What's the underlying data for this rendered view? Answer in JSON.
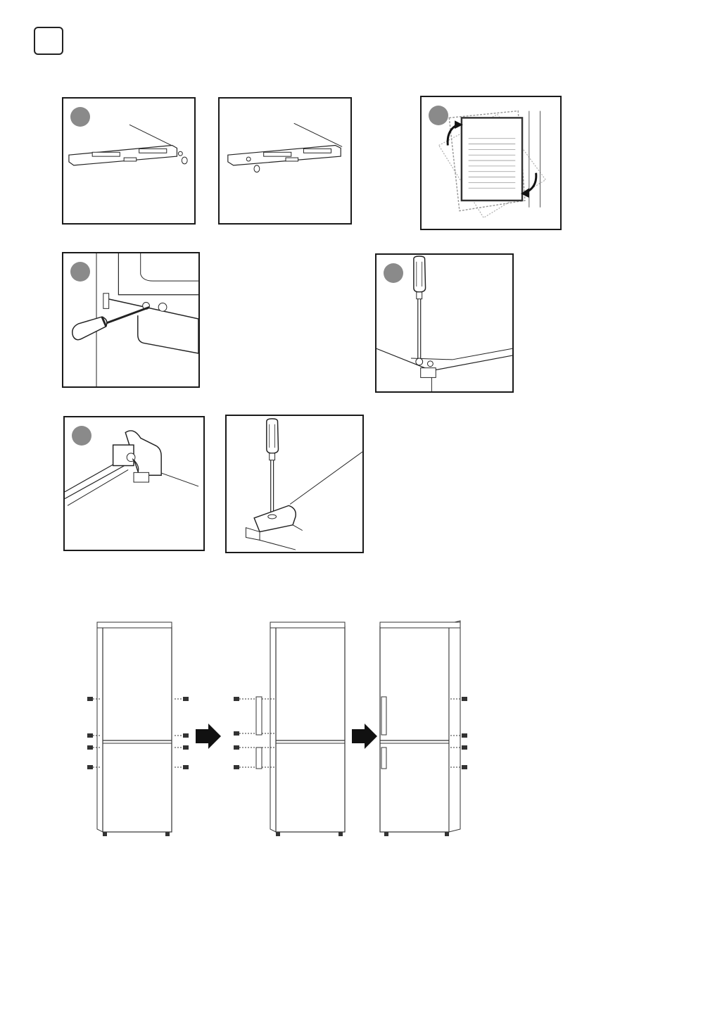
{
  "page": {
    "section_box": ""
  },
  "colors": {
    "line": "#1a1a1a",
    "badge": "#8a8a8a",
    "arrow": "#111111",
    "door_outline": "#555555"
  },
  "panels": [
    {
      "id": "panel-1a",
      "has_badge": true,
      "illustration": "top-cover-screw-removal-right"
    },
    {
      "id": "panel-1b",
      "has_badge": false,
      "illustration": "top-cover-screw-removal-left"
    },
    {
      "id": "panel-2",
      "has_badge": true,
      "illustration": "door-rotate-arrows"
    },
    {
      "id": "panel-3",
      "has_badge": true,
      "illustration": "hinge-screwdriver-side"
    },
    {
      "id": "panel-4",
      "has_badge": true,
      "illustration": "screwdriver-vertical-hinge"
    },
    {
      "id": "panel-5a",
      "has_badge": true,
      "illustration": "middle-hinge-bracket"
    },
    {
      "id": "panel-5b",
      "has_badge": false,
      "illustration": "screwdriver-vertical-bottom"
    }
  ],
  "handle_sequence": {
    "steps": [
      "fridge-with-screws",
      "fridge-with-handles-detached",
      "fridge-with-handles-left"
    ],
    "arrows": [
      "right-arrow-icon",
      "right-arrow-icon"
    ]
  }
}
